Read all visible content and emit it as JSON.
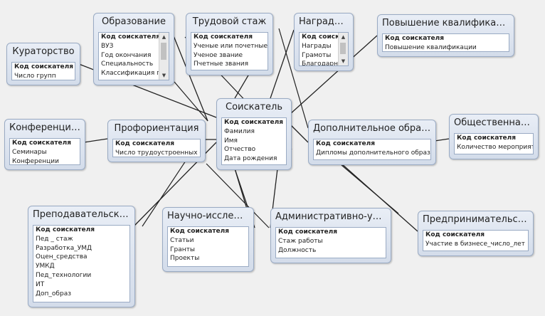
{
  "tables": {
    "obrazovanie": {
      "title": "Образование",
      "fields": [
        "Код соискателя",
        "ВУЗ",
        "Год окончания",
        "Специальность",
        "Классификация по диплому"
      ]
    },
    "trudovoy_stazh": {
      "title": "Трудовой стаж",
      "fields": [
        "Код соискателя",
        "Ученые или почетные звания",
        "Ученое звание",
        "Пчетные звания"
      ]
    },
    "nagrady": {
      "title": "Награды,...",
      "fields": [
        "Код соискателя",
        "Награды",
        "Грамоты",
        "Благодарности"
      ]
    },
    "povyshenie": {
      "title": "Повышение квалификации",
      "fields": [
        "Код соискателя",
        "Повышение квалификации"
      ]
    },
    "kuratorstvo": {
      "title": "Кураторство",
      "fields": [
        "Код соискателя",
        "Число групп"
      ]
    },
    "soiskatel": {
      "title": "Соискатель",
      "fields": [
        "Код соискателя",
        "Фамилия",
        "Имя",
        "Отчество",
        "Дата рождения"
      ]
    },
    "konferencii": {
      "title": "Конференции...",
      "fields": [
        "Код соискателя",
        "Семинары",
        "Конференции"
      ]
    },
    "proforientaciya": {
      "title": "Профориентация",
      "fields": [
        "Код соискателя",
        "Число трудоустроенных студентов"
      ]
    },
    "dop_obrazovanie": {
      "title": "Дополнительное образо...",
      "fields": [
        "Код соискателя",
        "Дипломы дополнительного образования"
      ]
    },
    "obshchestvennaya": {
      "title": "Общественная ...",
      "fields": [
        "Код соискателя",
        "Количество мероприятий"
      ]
    },
    "prepodavatelskaya": {
      "title": "Преподавательская ...",
      "fields": [
        "Код соискателя",
        "Пед _ стаж",
        "Разработка_УМД",
        "Оцен_средства",
        "УМКД",
        "Пед_технологии",
        "ИТ",
        "Доп_образ"
      ]
    },
    "nauchno": {
      "title": "Научно-исследо...",
      "fields": [
        "Код соискателя",
        "Статьи",
        "Гранты",
        "Проекты"
      ]
    },
    "administrativno": {
      "title": "Административно-упра...",
      "fields": [
        "Код соискателя",
        "Стаж работы",
        "Должность"
      ]
    },
    "predprinimatelskaya": {
      "title": "Предпринимательская...",
      "fields": [
        "Код соискателя",
        "Участие в бизнесе_число_лет"
      ]
    }
  },
  "relations": [
    [
      "soiskatel",
      "obrazovanie"
    ],
    [
      "soiskatel",
      "trudovoy_stazh"
    ],
    [
      "soiskatel",
      "nagrady"
    ],
    [
      "soiskatel",
      "povyshenie"
    ],
    [
      "soiskatel",
      "kuratorstvo"
    ],
    [
      "soiskatel",
      "konferencii"
    ],
    [
      "soiskatel",
      "proforientaciya"
    ],
    [
      "soiskatel",
      "dop_obrazovanie"
    ],
    [
      "soiskatel",
      "obshchestvennaya"
    ],
    [
      "soiskatel",
      "prepodavatelskaya"
    ],
    [
      "soiskatel",
      "nauchno"
    ],
    [
      "soiskatel",
      "administrativno"
    ],
    [
      "soiskatel",
      "predprinimatelskaya"
    ]
  ],
  "colors": {
    "link": "#222222",
    "title_bg": "#dfe6f1",
    "border": "#9aabc4"
  }
}
